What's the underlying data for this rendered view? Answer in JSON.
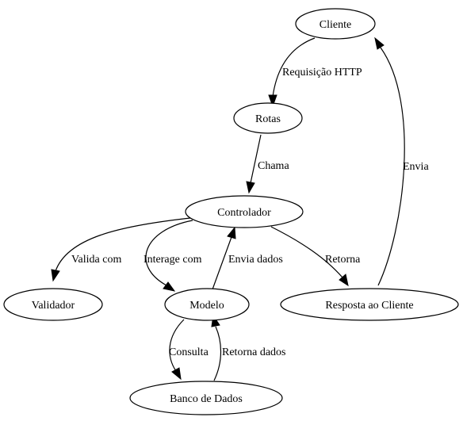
{
  "diagram": {
    "nodes": {
      "cliente": "Cliente",
      "rotas": "Rotas",
      "controlador": "Controlador",
      "validador": "Validador",
      "modelo": "Modelo",
      "resposta": "Resposta ao Cliente",
      "banco": "Banco de Dados"
    },
    "edges": {
      "cliente_rotas": "Requisição HTTP",
      "rotas_controlador": "Chama",
      "controlador_validador": "Valida com",
      "controlador_modelo": "Interage com",
      "modelo_controlador": "Envia dados",
      "controlador_resposta": "Retorna",
      "resposta_cliente": "Envia",
      "modelo_banco": "Consulta",
      "banco_modelo": "Retorna dados"
    }
  }
}
